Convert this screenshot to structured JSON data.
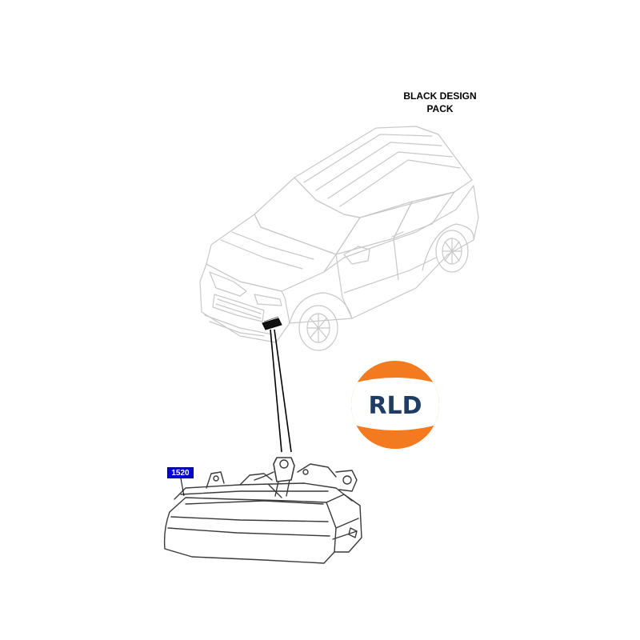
{
  "header": {
    "title_line1": "BLACK DESIGN",
    "title_line2": "PACK"
  },
  "callouts": [
    {
      "label": "1520"
    }
  ],
  "logo": {
    "text": "RLD",
    "colors": {
      "top": "#f47a20",
      "band": "#ffffff",
      "text": "#1f3c64",
      "bottom": "#f47a20"
    }
  },
  "colors": {
    "vehicle_line": "#c8c8c8",
    "part_line": "#3a3a3a",
    "leader_line": "#000000",
    "callout_fill": "#0000cc"
  }
}
